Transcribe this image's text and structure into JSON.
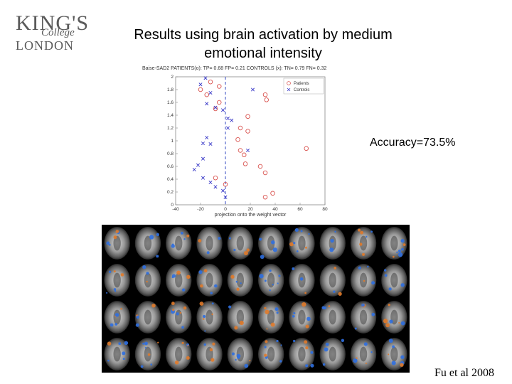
{
  "slide": {
    "title_line1": "Results using brain activation by medium",
    "title_line2": "emotional intensity",
    "accuracy": "Accuracy=73.5%",
    "credit": "Fu et al 2008"
  },
  "logo": {
    "line1": "KING'S",
    "line2": "College",
    "line3": "LONDON"
  },
  "colors": {
    "patients": "#d9534f",
    "controls": "#3a3ac8",
    "boundary": "#5566cc"
  },
  "chart_data": {
    "type": "scatter",
    "title": "Baise-SAD2   PATIENTS(o): TP= 0.68   FP= 0.21   CONTROLS (x): TN= 0.79   FN= 0.32",
    "xlabel": "projection onto the weight vector",
    "ylabel": "",
    "xlim": [
      -40,
      80
    ],
    "ylim": [
      0,
      2
    ],
    "xticks": [
      -40,
      -20,
      0,
      20,
      40,
      60,
      80
    ],
    "yticks": [
      0,
      0.2,
      0.4,
      0.6,
      0.8,
      1,
      1.2,
      1.4,
      1.6,
      1.8,
      2
    ],
    "xtick_labels": [
      "-40",
      "-20",
      "0",
      "20",
      "40",
      "60",
      "80"
    ],
    "ytick_labels": [
      "0",
      "0.2",
      "0.4",
      "0.6",
      "0.8",
      "1",
      "1.2",
      "1.4",
      "1.6",
      "1.8",
      "2"
    ],
    "boundary_x": 0,
    "legend_position": "top-right",
    "series": [
      {
        "name": "Patients",
        "marker": "circle",
        "points": [
          [
            -12,
            1.92
          ],
          [
            -20,
            1.8
          ],
          [
            -15,
            1.72
          ],
          [
            -5,
            1.6
          ],
          [
            -8,
            1.5
          ],
          [
            32,
            1.72
          ],
          [
            33,
            1.64
          ],
          [
            18,
            1.38
          ],
          [
            12,
            1.2
          ],
          [
            18,
            1.15
          ],
          [
            10,
            1.02
          ],
          [
            65,
            0.88
          ],
          [
            12,
            0.85
          ],
          [
            15,
            0.78
          ],
          [
            16,
            0.64
          ],
          [
            28,
            0.6
          ],
          [
            32,
            0.5
          ],
          [
            -8,
            0.42
          ],
          [
            0,
            0.32
          ],
          [
            38,
            0.18
          ],
          [
            32,
            0.12
          ],
          [
            -5,
            1.85
          ]
        ]
      },
      {
        "name": "Controls",
        "marker": "x",
        "points": [
          [
            -16,
            1.98
          ],
          [
            -20,
            1.88
          ],
          [
            -12,
            1.75
          ],
          [
            -15,
            1.58
          ],
          [
            -8,
            1.52
          ],
          [
            -2,
            1.48
          ],
          [
            2,
            1.35
          ],
          [
            5,
            1.32
          ],
          [
            -15,
            1.05
          ],
          [
            -18,
            0.96
          ],
          [
            -12,
            0.95
          ],
          [
            -18,
            0.72
          ],
          [
            -22,
            0.62
          ],
          [
            -25,
            0.55
          ],
          [
            -18,
            0.42
          ],
          [
            -12,
            0.35
          ],
          [
            -8,
            0.28
          ],
          [
            -2,
            0.22
          ],
          [
            0,
            0.12
          ],
          [
            22,
            1.8
          ],
          [
            18,
            0.85
          ],
          [
            2,
            1.2
          ]
        ]
      }
    ]
  }
}
